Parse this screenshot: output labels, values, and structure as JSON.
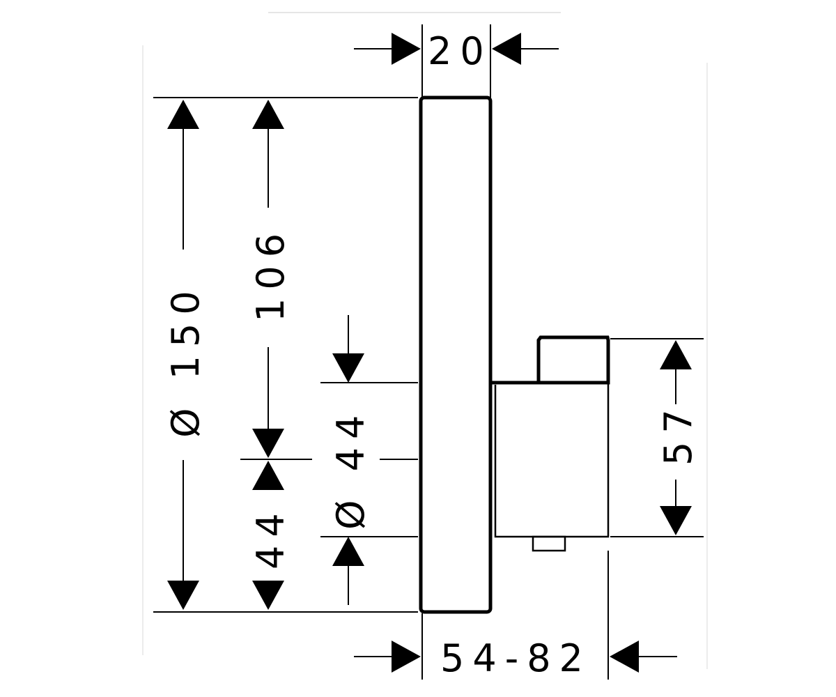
{
  "dimensions": {
    "plate_depth": "20",
    "overall_height": "Ø 150",
    "center_height": "106",
    "lower_center_height": "44",
    "cartridge_diameter": "Ø 44",
    "body_height": "57",
    "install_depth": "54-82"
  },
  "colors": {
    "line": "#000000",
    "background": "#ffffff"
  }
}
